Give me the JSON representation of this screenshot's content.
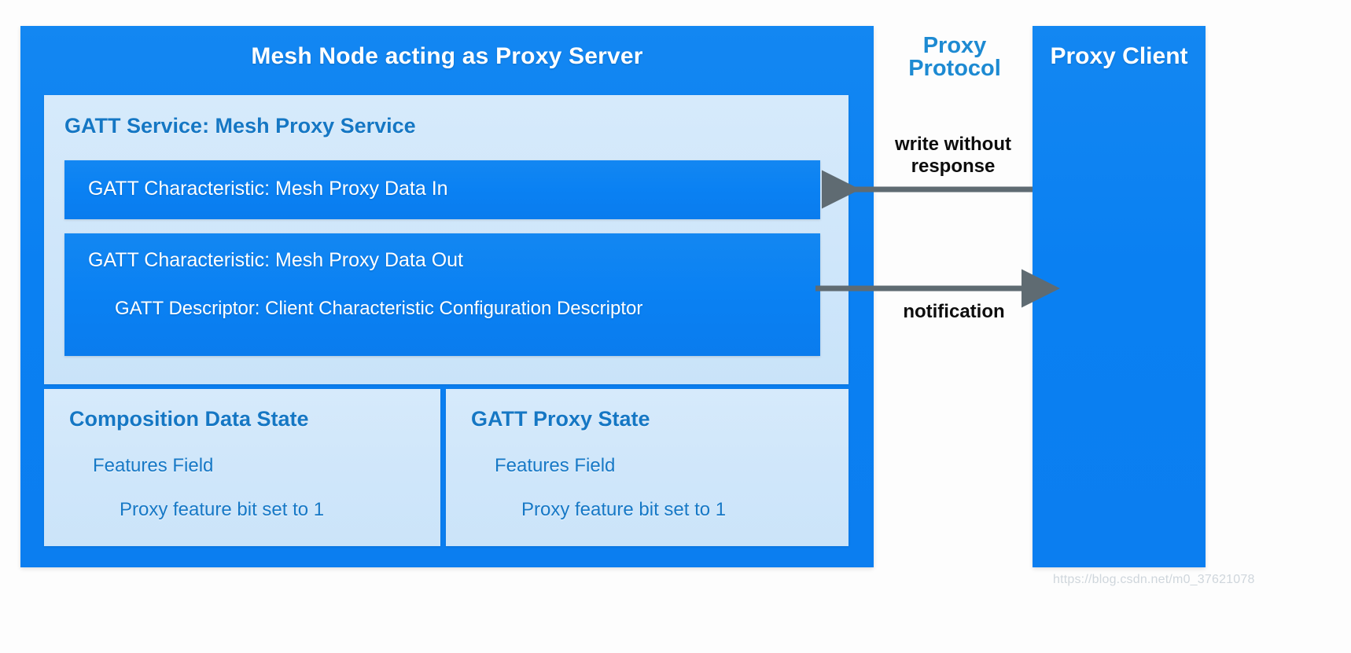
{
  "diagram": {
    "watermark": "https://blog.csdn.net/m0_37621078"
  },
  "server": {
    "title": "Mesh Node acting as Proxy Server",
    "gatt_service": {
      "title": "GATT Service: Mesh Proxy Service",
      "characteristics": [
        {
          "label": "GATT Characteristic: Mesh Proxy Data In"
        },
        {
          "label": "GATT Characteristic: Mesh Proxy Data Out",
          "descriptor": "GATT Descriptor: Client Characteristic Configuration Descriptor"
        }
      ]
    },
    "states": [
      {
        "title": "Composition Data State",
        "line1": "Features Field",
        "line2": "Proxy feature bit set to 1"
      },
      {
        "title": "GATT Proxy State",
        "line1": "Features Field",
        "line2": "Proxy feature bit set to 1"
      }
    ]
  },
  "protocol": {
    "title_line1": "Proxy",
    "title_line2": "Protocol",
    "arrows": [
      {
        "label_line1": "write without",
        "label_line2": "response",
        "direction": "right-to-left"
      },
      {
        "label_line1": "notification",
        "label_line2": "",
        "direction": "left-to-right"
      }
    ]
  },
  "client": {
    "title": "Proxy Client"
  },
  "colors": {
    "blue_fill": "#0a80f2",
    "light_panel": "#cfe6fa",
    "title_text": "#ffffff",
    "panel_text": "#1577c4",
    "protocol_text": "#1d8ad2",
    "arrow": "#5f6b72",
    "arrow_label": "#0d0d0d",
    "watermark": "#cfd6dc"
  }
}
